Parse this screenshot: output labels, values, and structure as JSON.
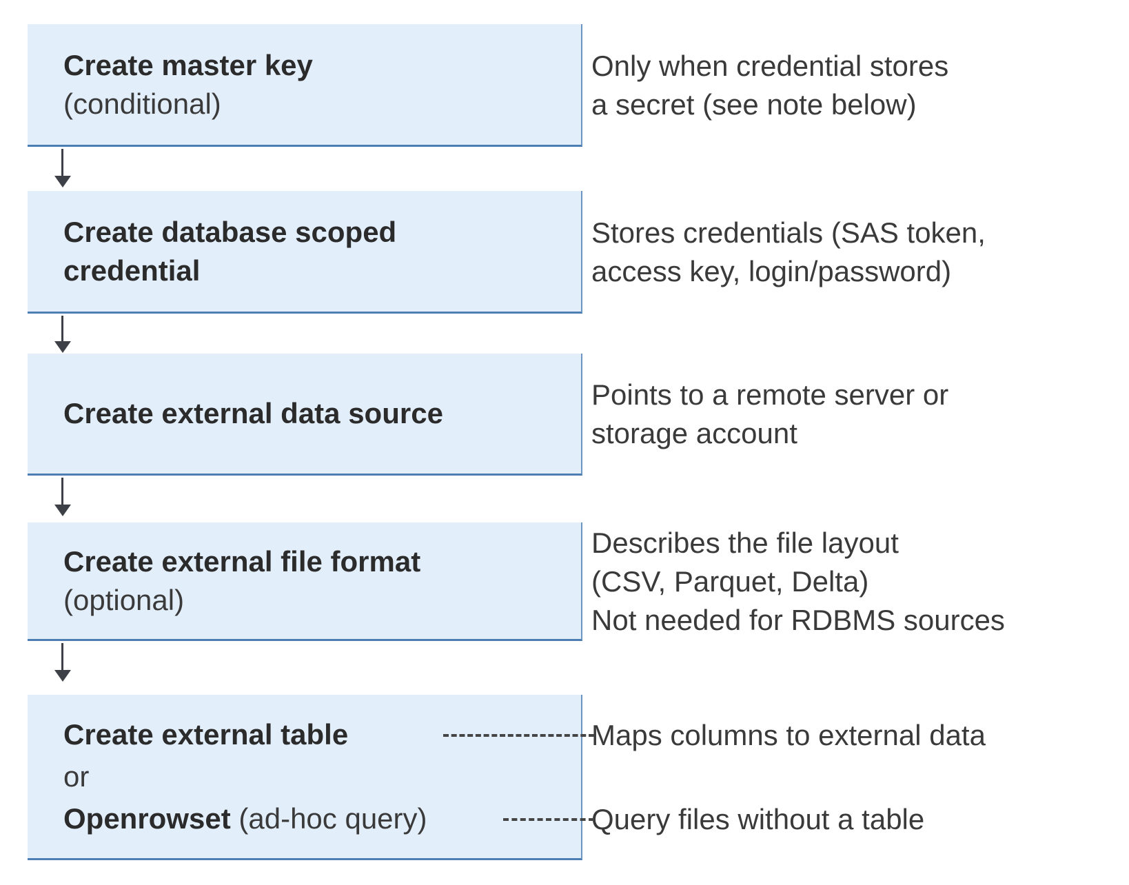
{
  "colors": {
    "box_fill": "#e3eefb",
    "box_border_bottom": "#4d7eb3",
    "box_border_right": "#6b96c4",
    "arrow": "#3d4147",
    "dash_line": "#454545",
    "text": "#3a3a3a",
    "bold_text": "#2b2b2b"
  },
  "flow": {
    "boxes": [
      {
        "lines": [
          {
            "text": "Create master key",
            "bold": true
          },
          {
            "text": "(conditional)",
            "bold": false
          }
        ]
      },
      {
        "lines": [
          {
            "text": "Create database scoped",
            "bold": true
          },
          {
            "text": "credential",
            "bold": true
          }
        ]
      },
      {
        "lines": [
          {
            "text": "Create external data source",
            "bold": true
          }
        ]
      },
      {
        "lines": [
          {
            "text": "Create external file format",
            "bold": true
          },
          {
            "text": "(optional)",
            "bold": false
          }
        ]
      },
      {
        "lines": [
          {
            "text": "Create external table",
            "bold": true
          },
          {
            "text": "or",
            "bold": false
          }
        ],
        "mixed_line": {
          "bold_text": "Openrowset",
          "rest_text": " (ad-hoc query)"
        }
      }
    ],
    "annotations": [
      {
        "lines": [
          "Only when credential stores",
          "a secret (see note below)"
        ]
      },
      {
        "lines": [
          "Stores credentials (SAS token,",
          "access key, login/password)"
        ]
      },
      {
        "lines": [
          "Points to a remote server or",
          "storage account"
        ]
      },
      {
        "lines": [
          "Describes the file layout",
          "(CSV, Parquet, Delta)",
          "Not needed for RDBMS sources"
        ]
      },
      {
        "lines": [
          "Maps columns to external data"
        ]
      },
      {
        "lines": [
          "Query files without a table"
        ]
      }
    ]
  }
}
